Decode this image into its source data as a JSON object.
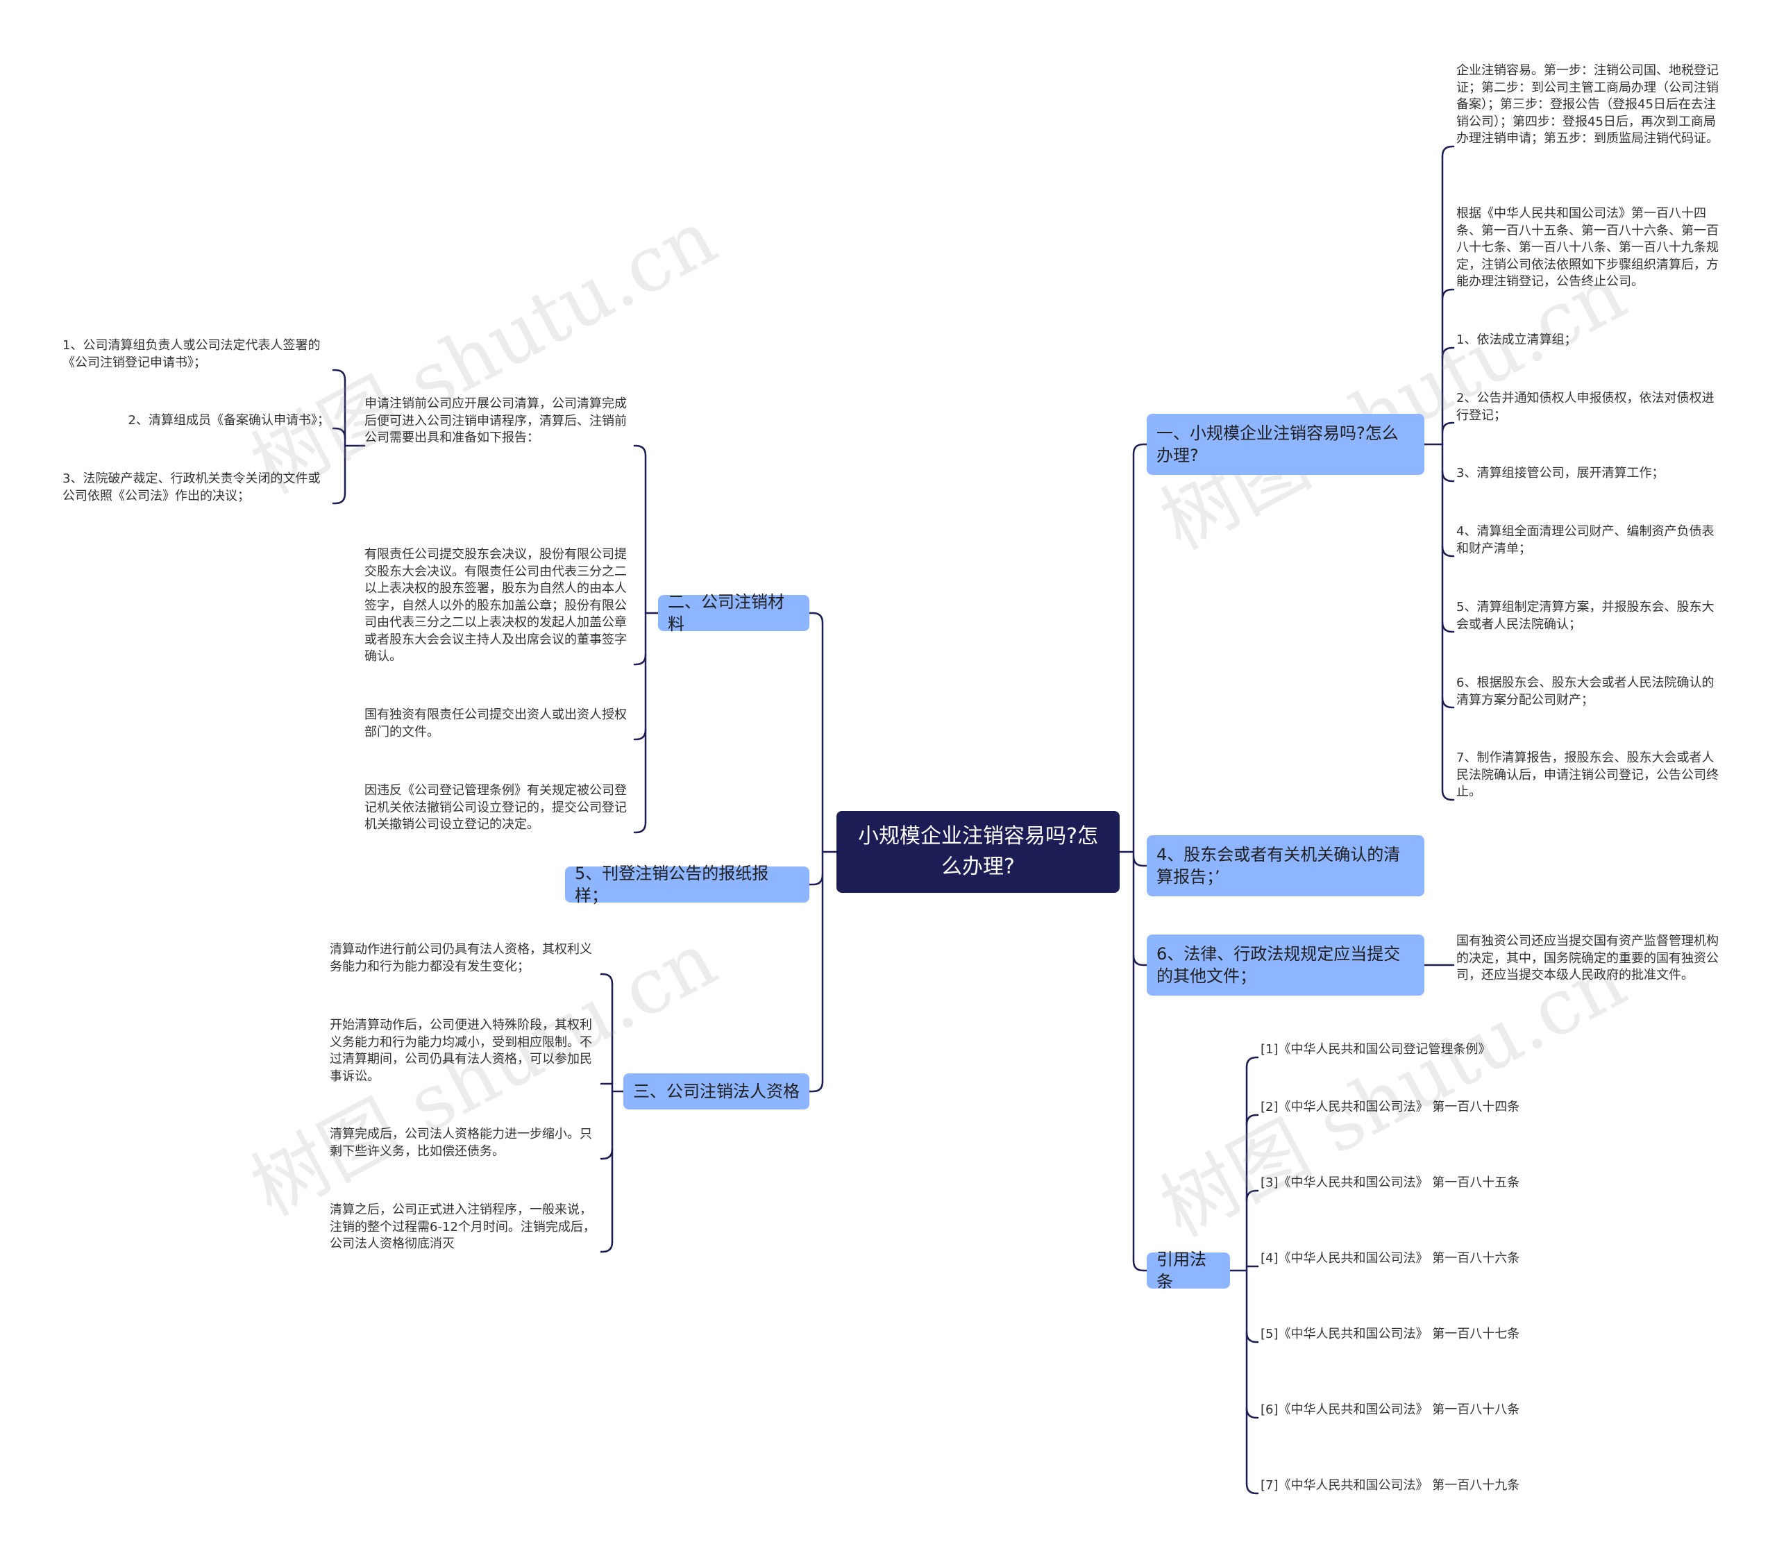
{
  "root": {
    "label": "小规模企业注销容易吗?怎么办理?"
  },
  "right": {
    "b1": {
      "label": "一、小规模企业注销容易吗?怎么办理?",
      "items": [
        "企业注销容易。第一步：注销公司国、地税登记证；第二步：到公司主管工商局办理（公司注销备案）；第三步：登报公告（登报45日后在去注销公司）；第四步：登报45日后，再次到工商局办理注销申请；第五步：到质监局注销代码证。",
        "根据《中华人民共和国公司法》第一百八十四条、第一百八十五条、第一百八十六条、第一百八十七条、第一百八十八条、第一百八十九条规定，注销公司依法依照如下步骤组织清算后，方能办理注销登记，公告终止公司。",
        "1、依法成立清算组；",
        "2、公告并通知债权人申报债权，依法对债权进行登记；",
        "3、清算组接管公司，展开清算工作；",
        "4、清算组全面清理公司财产、编制资产负债表和财产清单；",
        "5、清算组制定清算方案，并报股东会、股东大会或者人民法院确认；",
        "6、根据股东会、股东大会或者人民法院确认的清算方案分配公司财产；",
        "7、制作清算报告，报股东会、股东大会或者人民法院确认后，申请注销公司登记，公告公司终止。"
      ]
    },
    "b4": {
      "label": "4、股东会或者有关机关确认的清算报告；’"
    },
    "b6": {
      "label": "6、法律、行政法规规定应当提交的其他文件；",
      "items": [
        "国有独资公司还应当提交国有资产监督管理机构的决定，其中，国务院确定的重要的国有独资公司，还应当提交本级人民政府的批准文件。"
      ]
    },
    "b7": {
      "label": "引用法条",
      "items": [
        "[1]《中华人民共和国公司登记管理条例》",
        "[2]《中华人民共和国公司法》 第一百八十四条",
        "[3]《中华人民共和国公司法》 第一百八十五条",
        "[4]《中华人民共和国公司法》 第一百八十六条",
        "[5]《中华人民共和国公司法》 第一百八十七条",
        "[6]《中华人民共和国公司法》 第一百八十八条",
        "[7]《中华人民共和国公司法》 第一百八十九条"
      ]
    }
  },
  "left": {
    "b2": {
      "label": "二、公司注销材料",
      "items": [
        "申请注销前公司应开展公司清算，公司清算完成后便可进入公司注销申请程序，清算后、注销前公司需要出具和准备如下报告：",
        "有限责任公司提交股东会决议，股份有限公司提交股东大会决议。有限责任公司由代表三分之二以上表决权的股东签署，股东为自然人的由本人签字，自然人以外的股东加盖公章；股份有限公司由代表三分之二以上表决权的发起人加盖公章或者股东大会会议主持人及出席会议的董事签字确认。",
        "国有独资有限责任公司提交出资人或出资人授权部门的文件。",
        "因违反《公司登记管理条例》有关规定被公司登记机关依法撤销公司设立登记的，提交公司登记机关撤销公司设立登记的决定。"
      ],
      "sub": [
        "1、公司清算组负责人或公司法定代表人签署的《公司注销登记申请书》；",
        "2、清算组成员《备案确认申请书》；",
        "3、法院破产裁定、行政机关责令关闭的文件或公司依照《公司法》作出的决议；"
      ]
    },
    "b5": {
      "label": "5、刊登注销公告的报纸报样；"
    },
    "b3": {
      "label": "三、公司注销法人资格",
      "items": [
        "清算动作进行前公司仍具有法人资格，其权利义务能力和行为能力都没有发生变化；",
        "开始清算动作后，公司便进入特殊阶段，其权利义务能力和行为能力均减小，受到相应限制。不过清算期间，公司仍具有法人资格，可以参加民事诉讼。",
        "清算完成后，公司法人资格能力进一步缩小。只剩下些许义务，比如偿还债务。",
        "清算之后，公司正式进入注销程序，一般来说，注销的整个过程需6-12个月时间。注销完成后，公司法人资格彻底消灭"
      ]
    }
  },
  "watermark": "树图 shutu.cn",
  "colors": {
    "root": "#1c1d55",
    "branch": "#8eb5ff",
    "line": "#1c1d55"
  }
}
